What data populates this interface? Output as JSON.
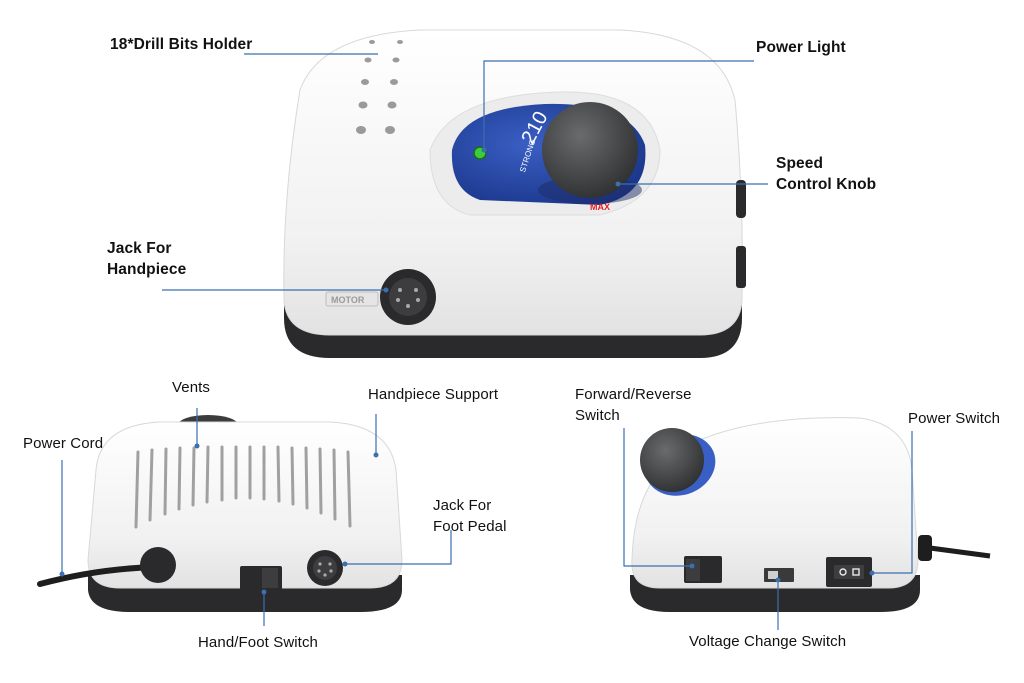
{
  "callouts": {
    "drill_bits_holder": "18*Drill Bits Holder",
    "power_light": "Power Light",
    "speed_control_knob": [
      "Speed",
      "Control Knob"
    ],
    "jack_for_handpiece": [
      "Jack For",
      "Handpiece"
    ],
    "vents": "Vents",
    "handpiece_support": "Handpiece Support",
    "power_cord": "Power Cord",
    "jack_for_foot_pedal": [
      "Jack For",
      "Foot Pedal"
    ],
    "hand_foot_switch": "Hand/Foot Switch",
    "forward_reverse_switch": [
      "Forward/Reverse",
      "Switch"
    ],
    "power_switch": "Power Switch",
    "voltage_change_switch": "Voltage Change Switch"
  },
  "device_markings": {
    "model_number": "210",
    "strong_label": "STRONG",
    "max_label": "MAX",
    "motor_label": "MOTOR"
  },
  "colors": {
    "leader_line": "#3a6fb0",
    "dial_blue": "#1f3f9e",
    "body_white": "#f4f4f4",
    "base_dark": "#2a2a2c",
    "knob": "#3b3c3e",
    "power_led": "#3ecb3e"
  }
}
